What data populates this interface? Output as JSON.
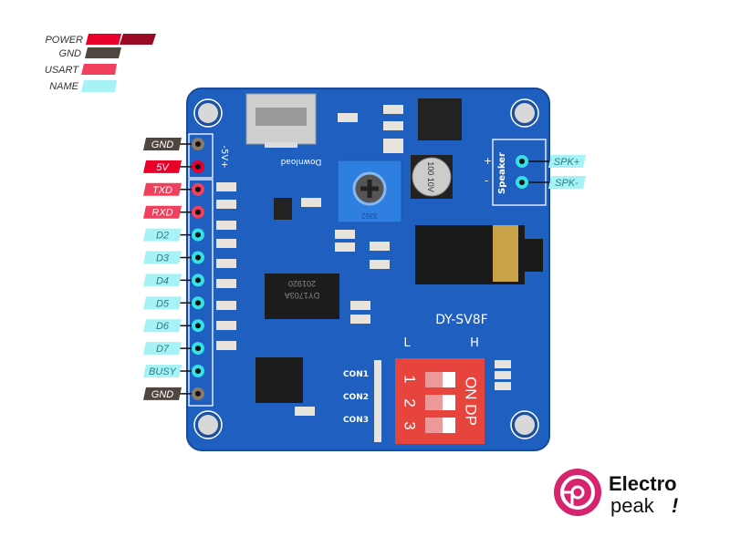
{
  "legend": [
    {
      "label": "POWER",
      "colors": [
        "#e8002a",
        "#9a0a22"
      ]
    },
    {
      "label": "GND",
      "colors": [
        "#4f4640"
      ]
    },
    {
      "label": "USART",
      "colors": [
        "#f0405e"
      ]
    },
    {
      "label": "NAME",
      "colors": [
        "#a6f2f5"
      ]
    }
  ],
  "left_pins": [
    {
      "label": "GND",
      "type": "gnd"
    },
    {
      "label": "5V",
      "type": "power"
    },
    {
      "label": "TXD",
      "type": "usart"
    },
    {
      "label": "RXD",
      "type": "usart"
    },
    {
      "label": "D2",
      "type": "name"
    },
    {
      "label": "D3",
      "type": "name"
    },
    {
      "label": "D4",
      "type": "name"
    },
    {
      "label": "D5",
      "type": "name"
    },
    {
      "label": "D6",
      "type": "name"
    },
    {
      "label": "D7",
      "type": "name"
    },
    {
      "label": "BUSY",
      "type": "name"
    },
    {
      "label": "GND",
      "type": "gnd"
    }
  ],
  "right_pins": [
    {
      "label": "SPK+",
      "type": "name"
    },
    {
      "label": "SPK-",
      "type": "name"
    }
  ],
  "board": {
    "model": "DY-SV8F",
    "usb_label": "Download",
    "power_silk": "-5V+",
    "speaker_silk": "Speaker",
    "cap_text": "100 10V",
    "pot_text": "3362",
    "chip_text": [
      "DY1703A",
      "201920"
    ],
    "switch_low": "L",
    "switch_high": "H",
    "con_labels": [
      "CON1",
      "CON2",
      "CON3"
    ],
    "dip_numbers": [
      "1",
      "2",
      "3"
    ],
    "dip_text": "ON DP",
    "plus": "+",
    "minus": "-"
  },
  "brand": {
    "line1": "Electro",
    "line2": "peak",
    "mark": "!"
  },
  "colors": {
    "board": "#1f5fbf",
    "gnd": "#4f4640",
    "power": "#e8002a",
    "usart": "#f0405e",
    "name": "#a6f2f5",
    "brand": "#d6246e"
  }
}
